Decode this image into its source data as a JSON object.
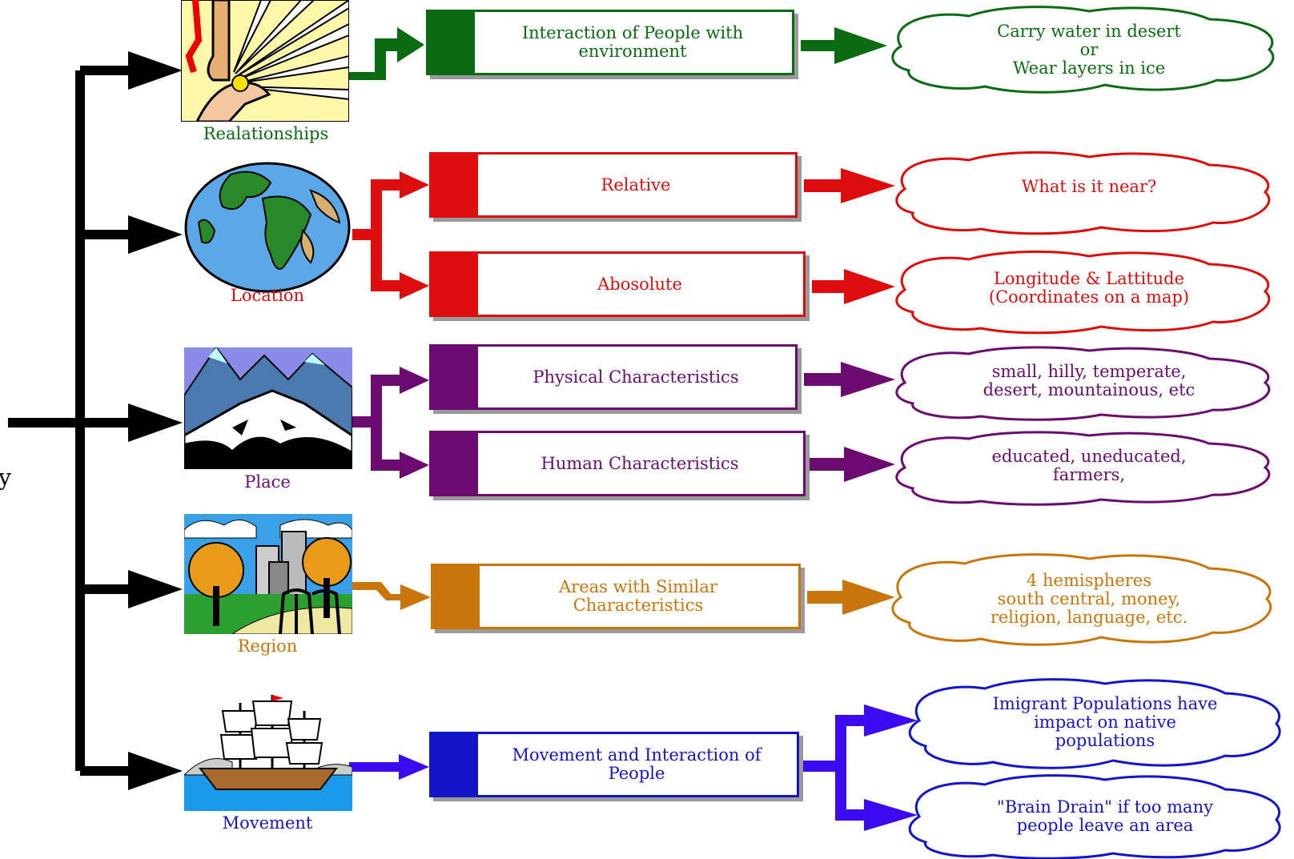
{
  "colors": {
    "black": "#000000",
    "green": "#0b6b12",
    "red": "#dd0d0d",
    "purple": "#6b0b70",
    "orange": "#c8760a",
    "blue": "#1414c8"
  },
  "side_letter": "y",
  "themes": [
    {
      "name": "Realationships",
      "icon": "sunlight-hand-icon",
      "boxes": [
        {
          "text": "Interaction of People with\nenvironment"
        }
      ],
      "clouds": [
        {
          "text": "Carry water in desert\nor\nWear layers in ice"
        }
      ]
    },
    {
      "name": "Location",
      "icon": "globe-icon",
      "boxes": [
        {
          "text": "Relative"
        },
        {
          "text": "Abosolute"
        }
      ],
      "clouds": [
        {
          "text": "What is it near?"
        },
        {
          "text": "Longitude & Lattitude\n(Coordinates on a map)"
        }
      ]
    },
    {
      "name": "Place",
      "icon": "mountains-icon",
      "boxes": [
        {
          "text": "Physical Characteristics"
        },
        {
          "text": "Human Characteristics"
        }
      ],
      "clouds": [
        {
          "text": "small, hilly, temperate,\ndesert, mountainous, etc"
        },
        {
          "text": "educated, uneducated,\nfarmers,"
        }
      ]
    },
    {
      "name": "Region",
      "icon": "city-park-icon",
      "boxes": [
        {
          "text": "Areas with Similar\nCharacteristics"
        }
      ],
      "clouds": [
        {
          "text": "4 hemispheres\nsouth central, money,\nreligion, language, etc."
        }
      ]
    },
    {
      "name": "Movement",
      "icon": "sailing-ship-icon",
      "boxes": [
        {
          "text": "Movement and Interaction of\nPeople"
        }
      ],
      "clouds": [
        {
          "text": "Imigrant Populations have\nimpact on native\npopulations"
        },
        {
          "text": "\"Brain Drain\" if too many\npeople leave an area"
        }
      ]
    }
  ]
}
